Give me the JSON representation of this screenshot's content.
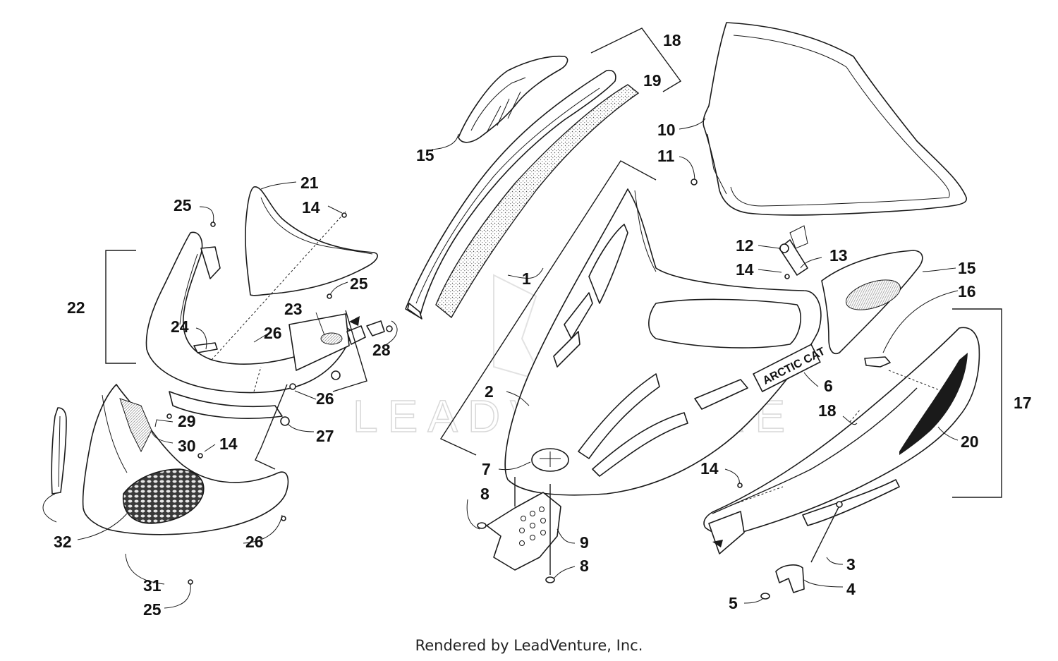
{
  "footer": "Rendered by LeadVenture, Inc.",
  "watermark": "LEADVENTURE",
  "decal_text": "ARCTIC CAT",
  "callouts": {
    "c1": "1",
    "c2": "2",
    "c3": "3",
    "c4": "4",
    "c5": "5",
    "c6": "6",
    "c7": "7",
    "c8a": "8",
    "c8b": "8",
    "c9": "9",
    "c10": "10",
    "c11": "11",
    "c12": "12",
    "c13": "13",
    "c14a": "14",
    "c14b": "14",
    "c14c": "14",
    "c14d": "14",
    "c15a": "15",
    "c15b": "15",
    "c16": "16",
    "c17": "17",
    "c18a": "18",
    "c18b": "18",
    "c19": "19",
    "c20": "20",
    "c21": "21",
    "c22": "22",
    "c23": "23",
    "c24": "24",
    "c25a": "25",
    "c25b": "25",
    "c25c": "25",
    "c26a": "26",
    "c26b": "26",
    "c26c": "26",
    "c27": "27",
    "c28": "28",
    "c29": "29",
    "c30": "30",
    "c31": "31",
    "c32": "32"
  }
}
